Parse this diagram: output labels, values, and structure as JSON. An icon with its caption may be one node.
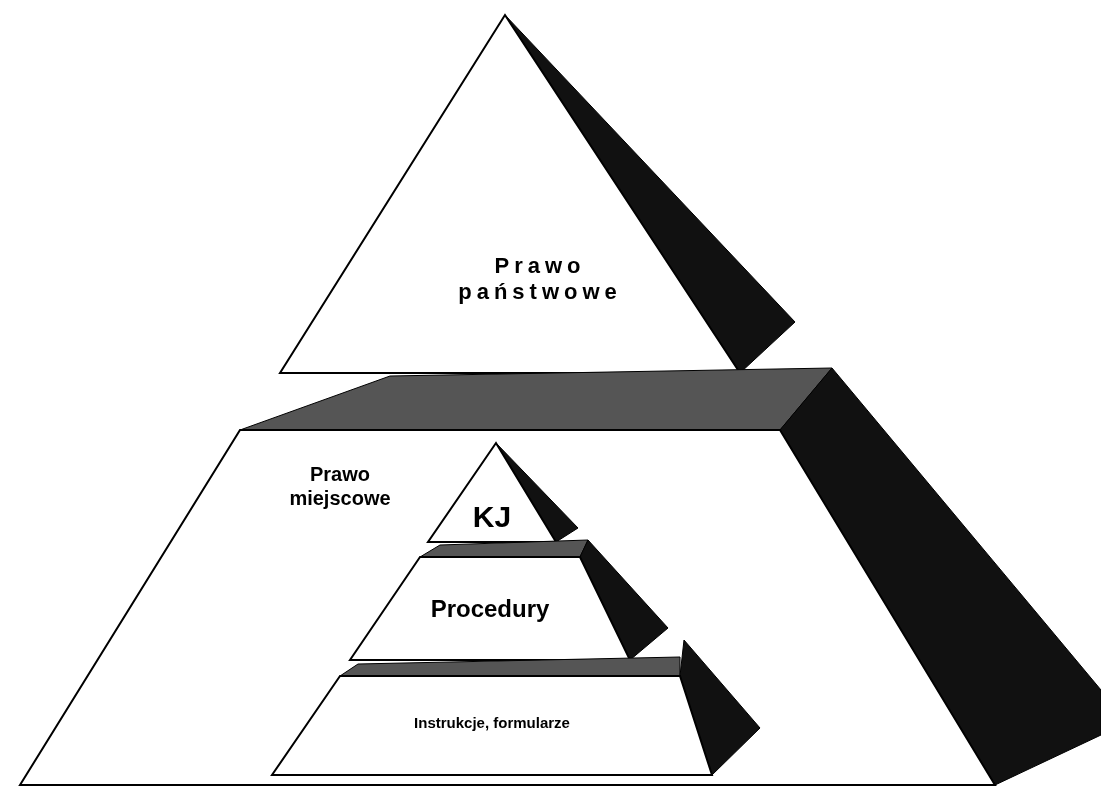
{
  "diagram": {
    "nodes": [
      {
        "text": [
          "Prawo państwowe"
        ]
      },
      {
        "text": [
          "Prawo miejscowe"
        ]
      },
      {
        "text": [
          "KJ"
        ],
        "in": 1
      },
      {
        "text": [
          "Procedury"
        ],
        "in": 1
      },
      {
        "text": [
          "Instrukcje, formularze"
        ],
        "in": 1
      }
    ]
  }
}
